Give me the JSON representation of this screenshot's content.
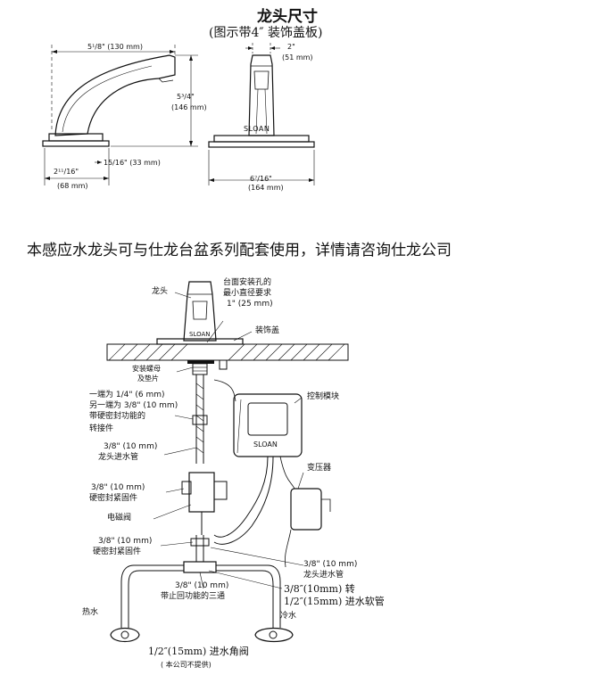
{
  "header": {
    "title": "龙头尺寸",
    "subtitle": "(图示带4″ 装饰盖板)"
  },
  "dimensions": {
    "spout_reach": "5¹/8\" (130 mm)",
    "height_in": "5³/4\"",
    "height_mm": "(146 mm)",
    "depth_in": "2¹¹/16\"",
    "depth_mm": "(68 mm)",
    "spout_clear": "15/16\" (33 mm)",
    "spout_width_in": "2\"",
    "spout_width_mm": "(51 mm)",
    "plate_width_in": "6⁷/16\"",
    "plate_width_mm": "(164 mm)"
  },
  "brand": "SLOAN",
  "note": "本感应水龙头可与仕龙台盆系列配套使用，详情请咨询仕龙公司",
  "labels": {
    "faucet": "龙头",
    "mount_hole_1": "台面安装孔的",
    "mount_hole_2": "最小直径要求",
    "mount_hole_3": "1\" (25 mm)",
    "cover_plate": "装饰盖",
    "nut_1": "安装螺母",
    "nut_2": "及垫片",
    "adapter_1": "一端为 1/4\" (6 mm)",
    "adapter_2": "另一端为 3/8\" (10 mm)",
    "adapter_3": "带硬密封功能的",
    "adapter_4": "转接件",
    "control_module": "控制模块",
    "supply_tube_1": "3/8\" (10 mm)",
    "supply_tube_2": "龙头进水管",
    "transformer": "变压器",
    "fitting_1": "3/8\" (10 mm)",
    "fitting_2": "硬密封紧固件",
    "solenoid": "电磁阀",
    "fitting2_1": "3/8\" (10 mm)",
    "fitting2_2": "硬密封紧固件",
    "inlet_hose_1": "3/8\" (10 mm)",
    "inlet_hose_2": "龙头进水管",
    "conv_1": "3/8″(10mm) 转",
    "conv_2": "1/2″(15mm) 进水软管",
    "tee_1": "3/8\" (10 mm)",
    "tee_2": "带止回功能的三通",
    "hot": "热水",
    "cold": "冷水",
    "stop_valve": "1/2″(15mm) 进水角阀",
    "not_supplied": "( 本公司不提供)"
  }
}
